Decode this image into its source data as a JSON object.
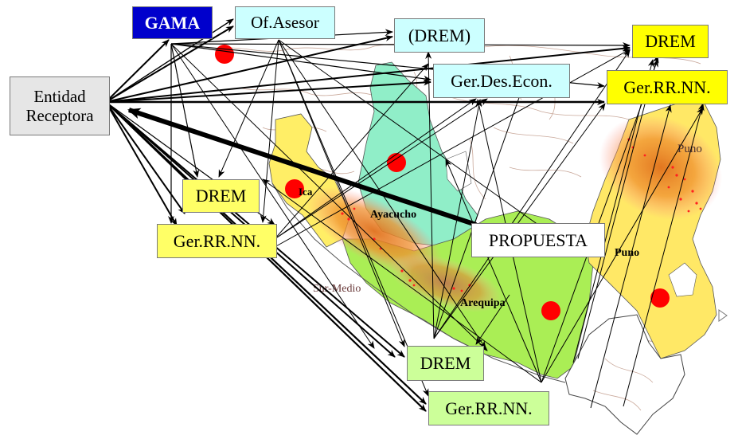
{
  "diagram": {
    "colors": {
      "gama": "#0000cc",
      "cyan_box": "#ccffff",
      "yellow_box": "#ffff00",
      "pale_yellow_box": "#ffff66",
      "green_box": "#ccff99",
      "receptor_box": "#e6e6e6",
      "propuesta_box": "#ffffff",
      "site_marker": "#ff0000",
      "map_yellow": "#ffe866",
      "map_cyan": "#88eec8",
      "map_green": "#aaee55",
      "hotspot": "#ff8800"
    },
    "nodes": {
      "entidad_receptora": {
        "label_line1": "Entidad",
        "label_line2": "Receptora"
      },
      "gama": {
        "label": "GAMA"
      },
      "of_asesor": {
        "label": "Of.Asesor"
      },
      "drem_paren": {
        "label": "(DREM)"
      },
      "ger_des_econ": {
        "label": "Ger.Des.Econ."
      },
      "drem_puno": {
        "label": "DREM"
      },
      "ger_rrnn_puno": {
        "label": "Ger.RR.NN."
      },
      "drem_ica": {
        "label": "DREM"
      },
      "ger_rrnn_ica": {
        "label": "Ger.RR.NN."
      },
      "drem_arequipa": {
        "label": "DREM"
      },
      "ger_rrnn_arequipa": {
        "label": "Ger.RR.NN."
      },
      "propuesta": {
        "label": "PROPUESTA"
      }
    },
    "map_labels": {
      "ica": "Ica",
      "ayacucho": "Ayacucho",
      "sur_medio": "Sur-Medio",
      "arequipa": "Arequipa",
      "puno_north": "Puno",
      "puno_south": "Puno"
    }
  }
}
